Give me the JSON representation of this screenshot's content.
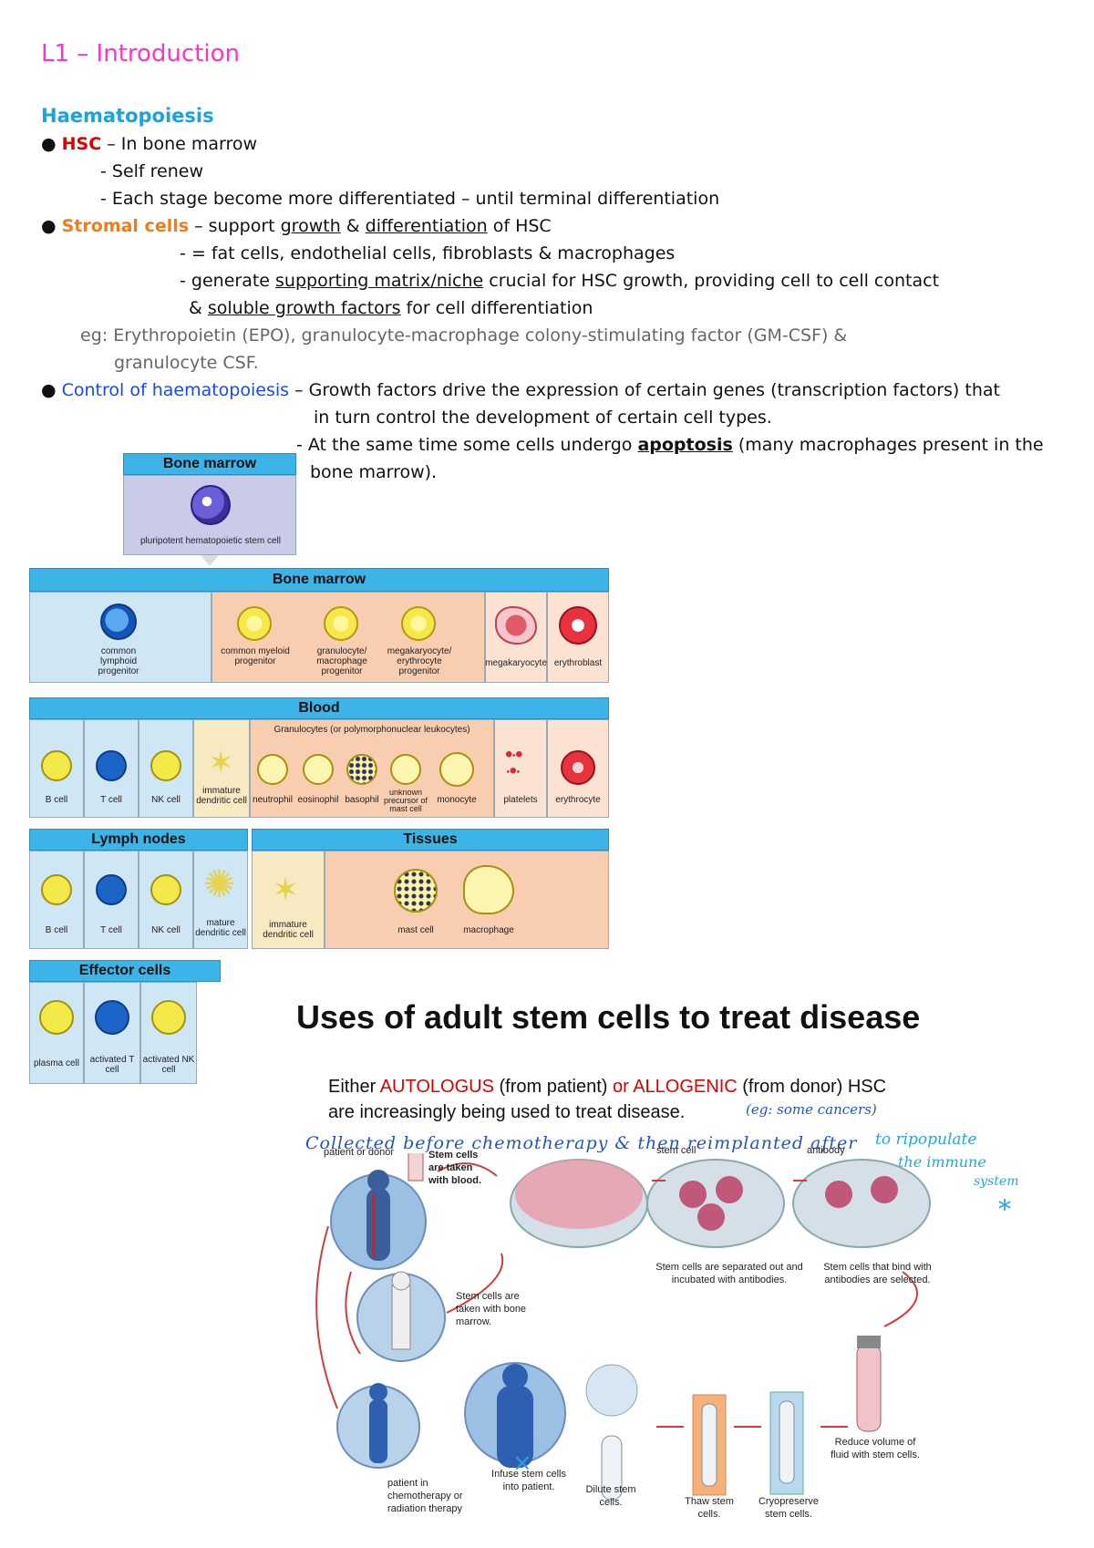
{
  "notes": {
    "title": "L1 – Introduction",
    "section": "Haematopoiesis",
    "hsc_term": "HSC",
    "hsc_rest": " – In bone marrow",
    "hsc_sub1": "- Self renew",
    "hsc_sub2": "- Each stage become more differentiated – until terminal differentiation",
    "stromal_term": "Stromal cells",
    "stromal_a": " – support ",
    "stromal_u1": "growth",
    "stromal_b": " & ",
    "stromal_u2": "differentiation",
    "stromal_c": " of HSC",
    "stromal_sub1": "- = fat cells, endothelial cells, fibroblasts & macrophages",
    "stromal_sub2a": "- generate ",
    "stromal_sub2u": "supporting matrix/niche",
    "stromal_sub2b": " crucial for HSC growth, providing cell to cell contact",
    "stromal_sub3a": "& ",
    "stromal_sub3u": "soluble growth factors",
    "stromal_sub3b": " for cell differentiation",
    "eg_line1": "eg: Erythropoietin (EPO), granulocyte-macrophage colony-stimulating factor (GM-CSF) &",
    "eg_line2": "granulocyte CSF.",
    "control_term": "Control of haematopoiesis",
    "control_rest": " – Growth factors drive the expression of certain genes (transcription factors) that",
    "control_line2": "in turn control the development of certain cell types.",
    "control_line3a": "- At the same time some cells undergo ",
    "control_line3u": "apoptosis",
    "control_line3b": " (many macrophages present in the",
    "control_line4": "bone marrow)."
  },
  "diagram": {
    "top_header": "Bone marrow",
    "top_cell": "pluripotent hematopoietic stem cell",
    "bm_header": "Bone marrow",
    "bm_cells": [
      "common lymphoid progenitor",
      "common myeloid progenitor",
      "granulocyte/ macrophage progenitor",
      "megakaryocyte/ erythrocyte progenitor",
      "megakaryocyte",
      "erythroblast"
    ],
    "blood_header": "Blood",
    "granulocytes_label": "Granulocytes (or polymorphonuclear leukocytes)",
    "blood_cells": [
      "B cell",
      "T cell",
      "NK cell",
      "immature dendritic cell",
      "neutrophil",
      "eosinophil",
      "basophil",
      "unknown precursor of mast cell",
      "monocyte",
      "platelets",
      "erythrocyte"
    ],
    "lymph_header": "Lymph nodes",
    "tissues_header": "Tissues",
    "lymph_cells": [
      "B cell",
      "T cell",
      "NK cell",
      "mature dendritic cell"
    ],
    "tissue_cells": [
      "immature dendritic cell",
      "mast cell",
      "macrophage"
    ],
    "effector_header": "Effector cells",
    "effector_cells": [
      "plasma cell",
      "activated T cell",
      "activated NK cell"
    ]
  },
  "slide": {
    "heading": "Uses of adult stem cells to treat disease",
    "intro_a": "Either ",
    "intro_auto": "AUTOLOGUS",
    "intro_b": " (from patient) ",
    "intro_allo": "or ALLOGENIC",
    "intro_c": " (from donor) HSC",
    "intro_line2": "are increasingly being used to treat disease.",
    "hand_eg": "(eg: some cancers)",
    "hand_collected": "Collected before chemotherapy & then reimplanted after",
    "hand_repop1": "to ripopulate",
    "hand_repop2": "the immune",
    "hand_repop3": "system",
    "hand_star": "*",
    "hand_x": "×",
    "labels": {
      "patient_or_donor": "patient or donor",
      "stem_blood": "Stem cells are taken with blood.",
      "stem_cell": "stem cell",
      "antibody": "antibody",
      "stem_marrow": "Stem cells are taken with bone marrow.",
      "separated": "Stem cells are separated out and incubated with antibodies.",
      "selected": "Stem cells that bind with antibodies are selected.",
      "infuse": "Infuse stem cells into patient.",
      "patient_chemo": "patient in chemotherapy or radiation therapy",
      "dilute": "Dilute stem cells.",
      "thaw": "Thaw stem cells.",
      "cryo": "Cryopreserve stem cells.",
      "reduce": "Reduce volume of fluid with stem cells."
    }
  },
  "colors": {
    "title": "#ff33cc",
    "section": "#1aa3e0",
    "hsc": "#e00000",
    "stromal": "#f07d1a",
    "control": "#1448ff",
    "header_blue": "#3db4e8",
    "bm_orange": "#f9cdb0",
    "lymph_blue": "#cfe6f5",
    "handwriting": "#1f54c7"
  }
}
